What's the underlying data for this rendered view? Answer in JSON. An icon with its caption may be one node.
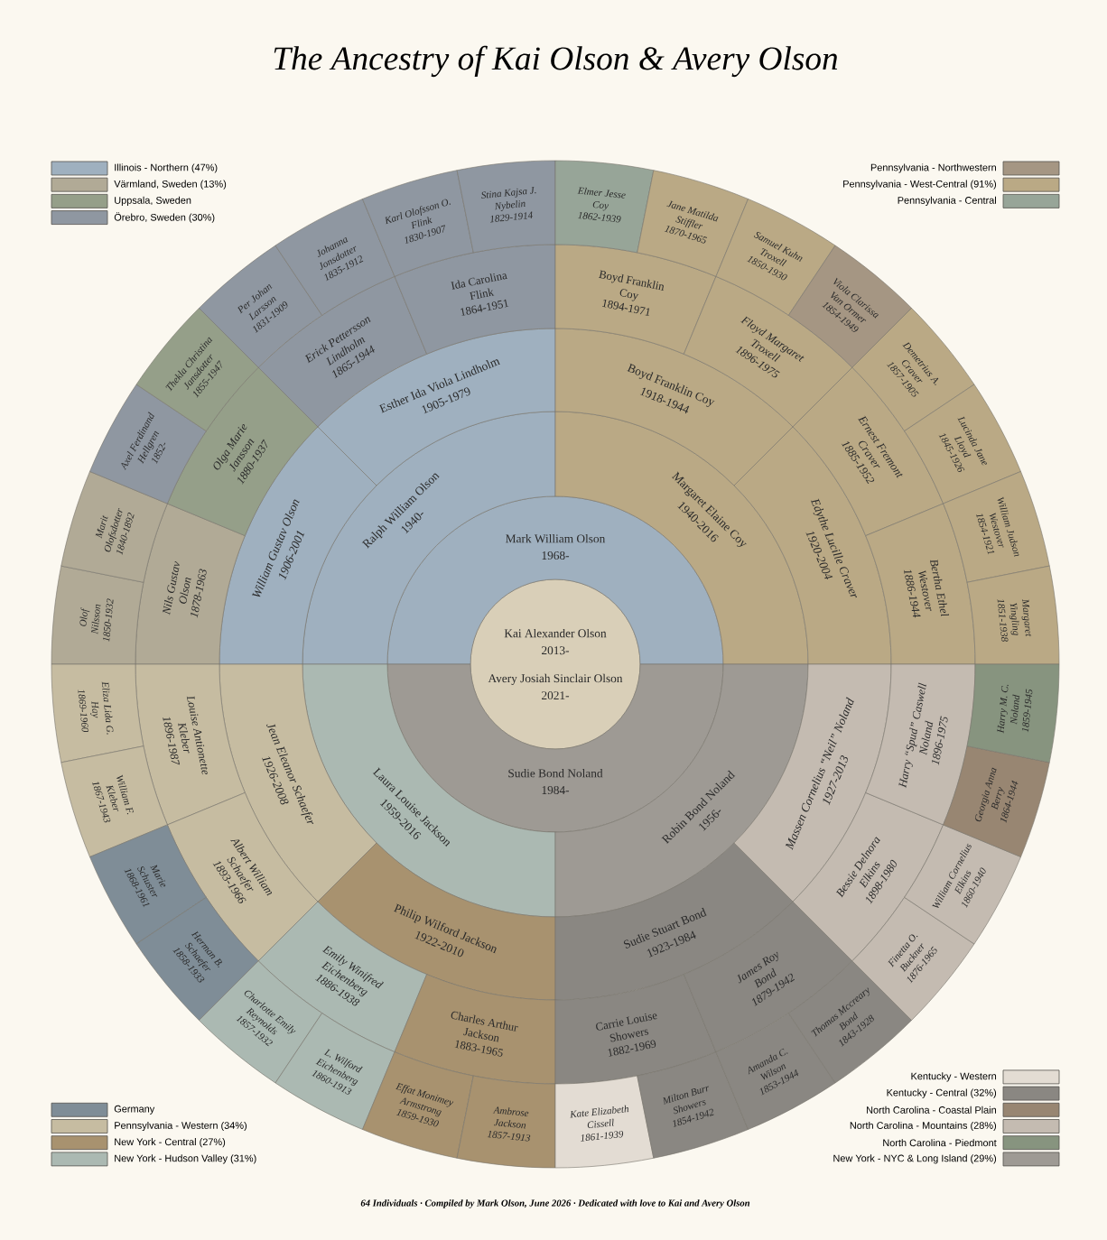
{
  "diagram": {
    "title": "The Ancestry of Kai Olson & Avery Olson",
    "caption": "64 Individuals · Compiled by Mark Olson, June 2026 · Dedicated with love to Kai and Avery Olson",
    "nodes": [
      {
        "text": [
          "Kai Alexander Olson",
          "2013-",
          "Avery Josiah Sinclair Olson",
          "2021-"
        ]
      },
      {
        "text": [
          "Mark William Olson",
          "1968-"
        ]
      },
      {
        "text": [
          "Sudie Bond Noland",
          "1984-"
        ]
      },
      {
        "text": [
          "Ralph William Olson",
          "1940-"
        ]
      },
      {
        "text": [
          "Margaret Elaine Coy",
          "1940-2016"
        ]
      },
      {
        "text": [
          "Laura Louise Jackson",
          "1959-2016"
        ]
      },
      {
        "text": [
          "Robin Bond Noland",
          "1956-"
        ]
      },
      {
        "text": [
          "William Gustav Olson",
          "1906-2001"
        ]
      },
      {
        "text": [
          "Esther Ida Viola Lindholm",
          "1905-1979"
        ]
      },
      {
        "text": [
          "Boyd Franklin Coy",
          "1918-1944"
        ]
      },
      {
        "text": [
          "Edythe Lucille Craver",
          "1920-2004"
        ]
      },
      {
        "text": [
          "Jean Eleanor Schaefer",
          "1926-2008"
        ]
      },
      {
        "text": [
          "Philip Wilford Jackson",
          "1922-2010"
        ]
      },
      {
        "text": [
          "Sudie Stuart Bond",
          "1923-1984"
        ]
      },
      {
        "text": [
          "Massen Cornelius “Neil” Noland",
          "1927-2013"
        ]
      },
      {
        "text": [
          "Nils Gustav Olson",
          "1878-1963"
        ]
      },
      {
        "text": [
          "Olga Marie Jansson",
          "1880-1937"
        ]
      },
      {
        "text": [
          "Erick Pettersson Lindholm",
          "1865-1944"
        ]
      },
      {
        "text": [
          "Ida Carolina Flink",
          "1864-1951"
        ]
      },
      {
        "text": [
          "Boyd Franklin Coy",
          "1894-1971"
        ]
      },
      {
        "text": [
          "Floyd Margaret Troxell",
          "1896-1975"
        ]
      },
      {
        "text": [
          "Ernest Fremont Craver",
          "1885-1952"
        ]
      },
      {
        "text": [
          "Bertha Ethel Westover",
          "1886-1944"
        ]
      },
      {
        "text": [
          "Louise Antionette Kleber",
          "1896-1987"
        ]
      },
      {
        "text": [
          "Albert William Schaefer",
          "1893-1966"
        ]
      },
      {
        "text": [
          "Emily Winifred Eichenberg",
          "1886-1938"
        ]
      },
      {
        "text": [
          "Charles Arthur Jackson",
          "1883-1965"
        ]
      },
      {
        "text": [
          "Carrie Louise Showers",
          "1882-1969"
        ]
      },
      {
        "text": [
          "James Roy Bond",
          "1879-1942"
        ]
      },
      {
        "text": [
          "Bessie Delnora Elkins",
          "1898-1980"
        ]
      },
      {
        "text": [
          "Harry “Spud” Caswell Noland",
          "1896-1975"
        ]
      },
      {
        "text": [
          "Olof Nilsson",
          "1850-1932"
        ]
      },
      {
        "text": [
          "Marit Olofsdotter",
          "1840-1892"
        ]
      },
      {
        "text": [
          "Axel Ferdinand Hellgren",
          "1852-"
        ]
      },
      {
        "text": [
          "Thekla Christina Jansdotter",
          "1855-1947"
        ]
      },
      {
        "text": [
          "Per Johan Larsson",
          "1831-1909"
        ]
      },
      {
        "text": [
          "Johanna Jonsdotter",
          "1835-1912"
        ]
      },
      {
        "text": [
          "Karl Olofsson O. Flink",
          "1830-1907"
        ]
      },
      {
        "text": [
          "Stina Kajsa J. Nybelin",
          "1829-1914"
        ]
      },
      {
        "text": [
          "Elmer Jesse Coy",
          "1862-1939"
        ]
      },
      {
        "text": [
          "Jane Matilda Stiffler",
          "1870-1965"
        ]
      },
      {
        "text": [
          "Samuel Kuhn Troxell",
          "1850-1930"
        ]
      },
      {
        "text": [
          "Viola Clarissa Van Ormer",
          "1854-1949"
        ]
      },
      {
        "text": [
          "Demetrius A. Craver",
          "1857-1905"
        ]
      },
      {
        "text": [
          "Lucinda Jane Lloyd",
          "1845-1926"
        ]
      },
      {
        "text": [
          "William Judson Westover",
          "1854-1921"
        ]
      },
      {
        "text": [
          "Margaret Yingling",
          "1851-1938"
        ]
      },
      {
        "text": [
          "Eliza Lida G. Hay",
          "1869-1960"
        ]
      },
      {
        "text": [
          "William F. Kleber",
          "1867-1943"
        ]
      },
      {
        "text": [
          "Marie Schuster",
          "1868-1961"
        ]
      },
      {
        "text": [
          "Herman B. Schaefer",
          "1858-1933"
        ]
      },
      {
        "text": [
          "Charlotte Emily Reynolds",
          "1857-1932"
        ]
      },
      {
        "text": [
          "L. Wilford Eichenberg",
          "1860-1913"
        ]
      },
      {
        "text": [
          "Effat Monimey Armstrong",
          "1859-1930"
        ]
      },
      {
        "text": [
          "Ambrose Jackson",
          "1857-1913"
        ]
      },
      {
        "text": [
          "Kate Elizabeth Cissell",
          "1861-1939"
        ]
      },
      {
        "text": [
          "Milton Burr Showers",
          "1854-1942"
        ]
      },
      {
        "text": [
          "Amanda C. Wilson",
          "1853-1944"
        ]
      },
      {
        "text": [
          "Thomas Mccreary Bond",
          "1843-1928"
        ]
      },
      {
        "text": [
          "Finetta O. Buckner",
          "1876-1965"
        ]
      },
      {
        "text": [
          "William Cornelius Elkins",
          "1860-1940"
        ]
      },
      {
        "text": [
          "Georgia Anna Berry",
          "1864-1944"
        ]
      },
      {
        "text": [
          "Harry M. C. Noland",
          "1859-1945"
        ]
      }
    ],
    "legend": [
      {
        "text": "Illinois - Northern (47%)",
        "color": "#9fb0bf"
      },
      {
        "text": "Värmland, Sweden (13%)",
        "color": "#b1aa96"
      },
      {
        "text": "Uppsala, Sweden",
        "color": "#959f89"
      },
      {
        "text": "Örebro, Sweden (30%)",
        "color": "#8f97a1"
      },
      {
        "text": "Pennsylvania - Northwestern",
        "color": "#a59683"
      },
      {
        "text": "Pennsylvania - West-Central (91%)",
        "color": "#baa985"
      },
      {
        "text": "Pennsylvania - Central",
        "color": "#97a598"
      },
      {
        "text": "Germany",
        "color": "#7f8d97"
      },
      {
        "text": "Pennsylvania - Western (34%)",
        "color": "#c6bca1"
      },
      {
        "text": "New York - Central (27%)",
        "color": "#a8926f"
      },
      {
        "text": "New York - Hudson Valley (31%)",
        "color": "#abb9b2"
      },
      {
        "text": "Kentucky - Western",
        "color": "#e3dcd3"
      },
      {
        "text": "Kentucky - Central (32%)",
        "color": "#8a8782"
      },
      {
        "text": "North Carolina - Coastal Plain",
        "color": "#988672"
      },
      {
        "text": "North Carolina - Mountains (28%)",
        "color": "#c4bbb1"
      },
      {
        "text": "North Carolina - Piedmont",
        "color": "#87947f"
      },
      {
        "text": "New York - NYC & Long Island (29%)",
        "color": "#9e9a94"
      }
    ]
  }
}
